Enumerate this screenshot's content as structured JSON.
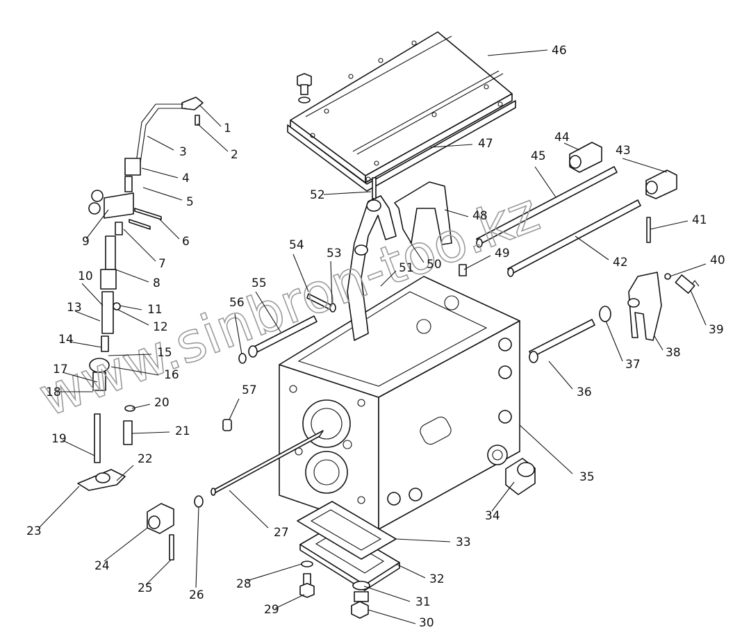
{
  "watermark": "www.sinbron-too.kz",
  "colors": {
    "ink": "#111111",
    "paper": "#ffffff",
    "watermark": "#9a9a9a"
  },
  "callouts": [
    {
      "label": "1"
    },
    {
      "label": "2"
    },
    {
      "label": "3"
    },
    {
      "label": "4"
    },
    {
      "label": "5"
    },
    {
      "label": "6"
    },
    {
      "label": "7"
    },
    {
      "label": "8"
    },
    {
      "label": "9"
    },
    {
      "label": "10"
    },
    {
      "label": "11"
    },
    {
      "label": "12"
    },
    {
      "label": "13"
    },
    {
      "label": "14"
    },
    {
      "label": "15"
    },
    {
      "label": "16"
    },
    {
      "label": "17"
    },
    {
      "label": "18"
    },
    {
      "label": "19"
    },
    {
      "label": "20"
    },
    {
      "label": "21"
    },
    {
      "label": "22"
    },
    {
      "label": "23"
    },
    {
      "label": "24"
    },
    {
      "label": "25"
    },
    {
      "label": "26"
    },
    {
      "label": "27"
    },
    {
      "label": "28"
    },
    {
      "label": "29"
    },
    {
      "label": "30"
    },
    {
      "label": "31"
    },
    {
      "label": "32"
    },
    {
      "label": "33"
    },
    {
      "label": "34"
    },
    {
      "label": "35"
    },
    {
      "label": "36"
    },
    {
      "label": "37"
    },
    {
      "label": "38"
    },
    {
      "label": "39"
    },
    {
      "label": "40"
    },
    {
      "label": "41"
    },
    {
      "label": "42"
    },
    {
      "label": "43"
    },
    {
      "label": "44"
    },
    {
      "label": "45"
    },
    {
      "label": "46"
    },
    {
      "label": "47"
    },
    {
      "label": "48"
    },
    {
      "label": "49"
    },
    {
      "label": "50"
    },
    {
      "label": "51"
    },
    {
      "label": "52"
    },
    {
      "label": "53"
    },
    {
      "label": "54"
    },
    {
      "label": "55"
    },
    {
      "label": "56"
    },
    {
      "label": "57"
    }
  ]
}
